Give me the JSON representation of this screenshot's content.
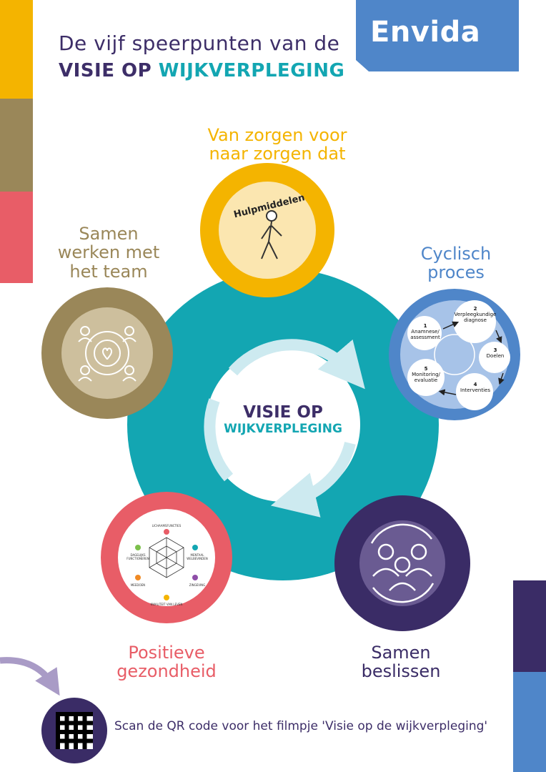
{
  "brand": {
    "logo": "Envida",
    "colors": {
      "yellow": "#f4b400",
      "olive": "#9a8759",
      "coral": "#e85d67",
      "teal": "#13a6b2",
      "blue": "#4f86c9",
      "purple": "#3a2c66",
      "lavender": "#a99bc6"
    }
  },
  "header": {
    "line1": "De vijf speerpunten van de",
    "line2a": "VISIE OP",
    "line2b": "WIJKVERPLEGING"
  },
  "center": {
    "line1": "VISIE OP",
    "line2": "WIJKVERPLEGING"
  },
  "points": {
    "top": {
      "line1": "Van zorgen voor",
      "line2": "naar zorgen dat",
      "badge": "Hulpmiddelen"
    },
    "right": {
      "line1": "Cyclisch",
      "line2": "proces",
      "steps": [
        {
          "num": "1",
          "label1": "Anamnese/",
          "label2": "assessment"
        },
        {
          "num": "2",
          "label1": "Verpleegkundige",
          "label2": "diagnose"
        },
        {
          "num": "3",
          "label1": "Doelen",
          "label2": ""
        },
        {
          "num": "4",
          "label1": "Interventies",
          "label2": ""
        },
        {
          "num": "5",
          "label1": "Monitoring/",
          "label2": "evaluatie"
        }
      ]
    },
    "left": {
      "line1": "Samen",
      "line2": "werken met",
      "line3": "het team"
    },
    "bottom_left": {
      "line1": "Positieve",
      "line2": "gezondheid",
      "spider_labels": [
        "LICHAAMSFUNCTIES",
        "MENTAAL WELBEVINDEN",
        "ZINGEVING",
        "KWALITEIT VAN LEVEN",
        "MEEDOEN",
        "DAGELIJKS FUNCTIONEREN"
      ]
    },
    "bottom_right": {
      "line1": "Samen",
      "line2": "beslissen"
    }
  },
  "footer": {
    "qr_caption": "Scan de QR code voor het filmpje 'Visie op de wijkverpleging'"
  }
}
